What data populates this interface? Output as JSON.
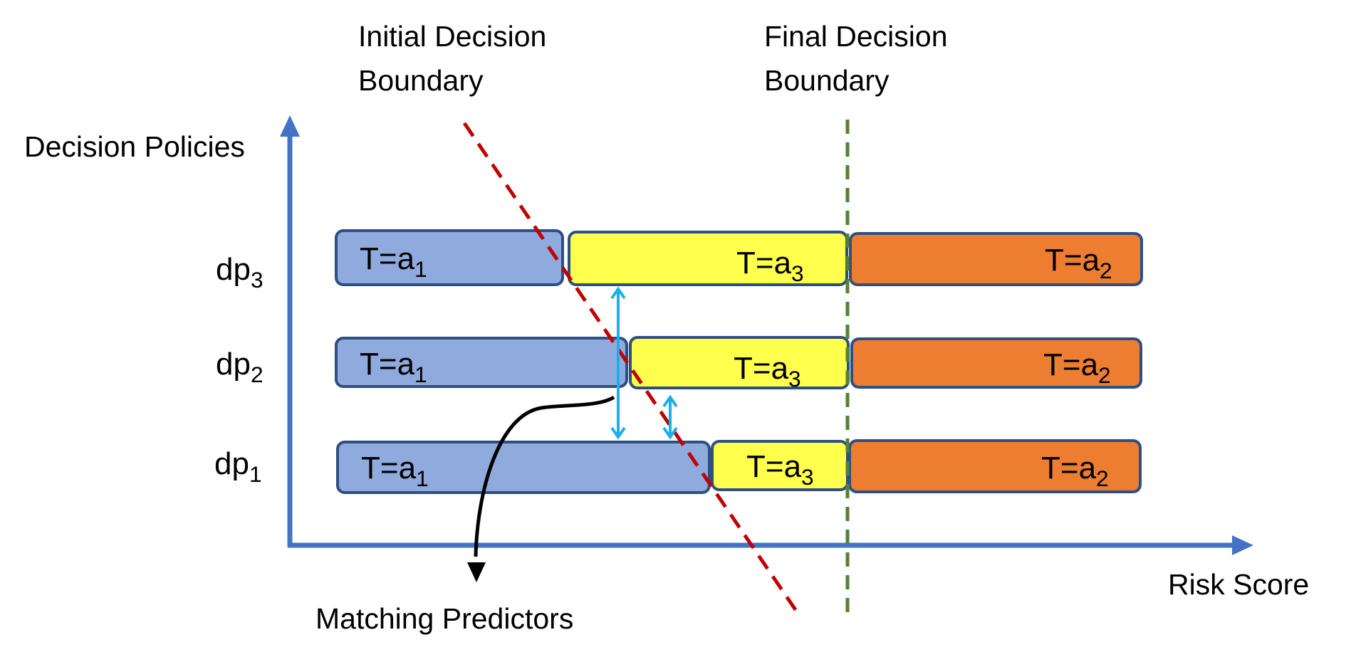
{
  "titles": {
    "initial_line1": "Initial Decision",
    "initial_line2": "Boundary",
    "final_line1": "Final Decision",
    "final_line2": "Boundary"
  },
  "axes": {
    "y_label": "Decision Policies",
    "x_label": "Risk Score"
  },
  "annotation": "Matching Predictors",
  "rows": [
    {
      "label_base": "dp",
      "label_sub": "3",
      "segments": [
        {
          "base": "T=a",
          "sub": "1",
          "color": "#8faadc"
        },
        {
          "base": "T=a",
          "sub": "3",
          "color": "#ffff4d"
        },
        {
          "base": "T=a",
          "sub": "2",
          "color": "#ed7d31"
        }
      ]
    },
    {
      "label_base": "dp",
      "label_sub": "2",
      "segments": [
        {
          "base": "T=a",
          "sub": "1",
          "color": "#8faadc"
        },
        {
          "base": "T=a",
          "sub": "3",
          "color": "#ffff4d"
        },
        {
          "base": "T=a",
          "sub": "2",
          "color": "#ed7d31"
        }
      ]
    },
    {
      "label_base": "dp",
      "label_sub": "1",
      "segments": [
        {
          "base": "T=a",
          "sub": "1",
          "color": "#8faadc"
        },
        {
          "base": "T=a",
          "sub": "3",
          "color": "#ffff4d"
        },
        {
          "base": "T=a",
          "sub": "2",
          "color": "#ed7d31"
        }
      ]
    }
  ],
  "colors": {
    "axis": "#4472c4",
    "initial_boundary": "#c00000",
    "final_boundary": "#548235",
    "matching_arrows": "#1ab0e8",
    "segment_border": "#2f4f7f"
  }
}
